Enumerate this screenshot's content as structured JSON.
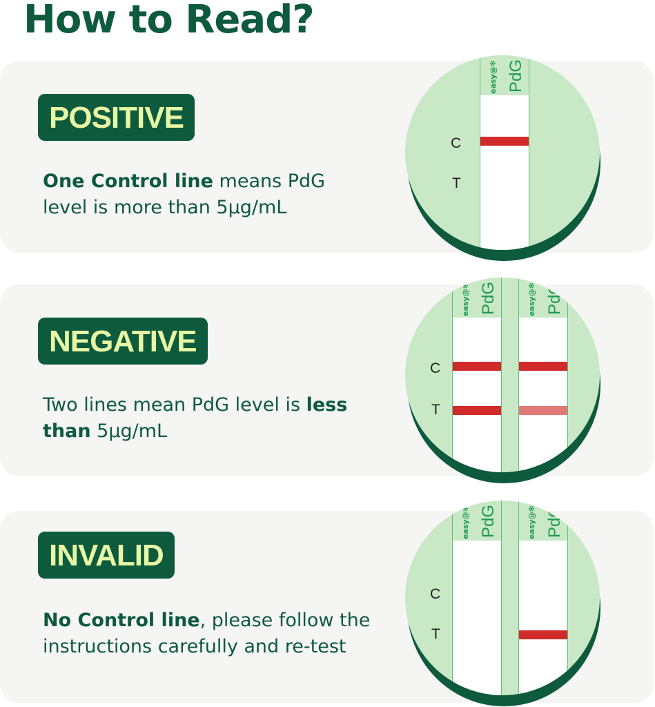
{
  "page": {
    "title": "How to Read?"
  },
  "sections": [
    {
      "badge": "POSITIVE",
      "desc_bold": "One Control line",
      "desc_rest": " means PdG level is more than 5μg/mL",
      "label_c": "C",
      "label_t": "T",
      "strip": {
        "brand": "easy@",
        "logo_mark": "✻",
        "pdg": "PdG"
      }
    },
    {
      "badge": "NEGATIVE",
      "desc_pre": "Two lines mean PdG level is ",
      "desc_bold": "less than",
      "desc_rest": " 5μg/mL",
      "label_c": "C",
      "label_t": "T",
      "strip": {
        "brand": "easy@",
        "logo_mark": "✻",
        "pdg": "PdG"
      }
    },
    {
      "badge": "INVALID",
      "desc_bold": "No Control line",
      "desc_rest": ", please follow the instructions carefully and re-test",
      "label_c": "C",
      "label_t": "T",
      "strip": {
        "brand": "easy@",
        "logo_mark": "✻",
        "pdg": "PdG"
      }
    }
  ],
  "colors": {
    "brand_green": "#0d5a3c",
    "badge_text": "#e8f7a6",
    "card_bg": "#f5f5f4",
    "strip_bg": "#c9e8c6",
    "line_red": "#d12a2a",
    "line_faint_red": "#e07a78"
  }
}
